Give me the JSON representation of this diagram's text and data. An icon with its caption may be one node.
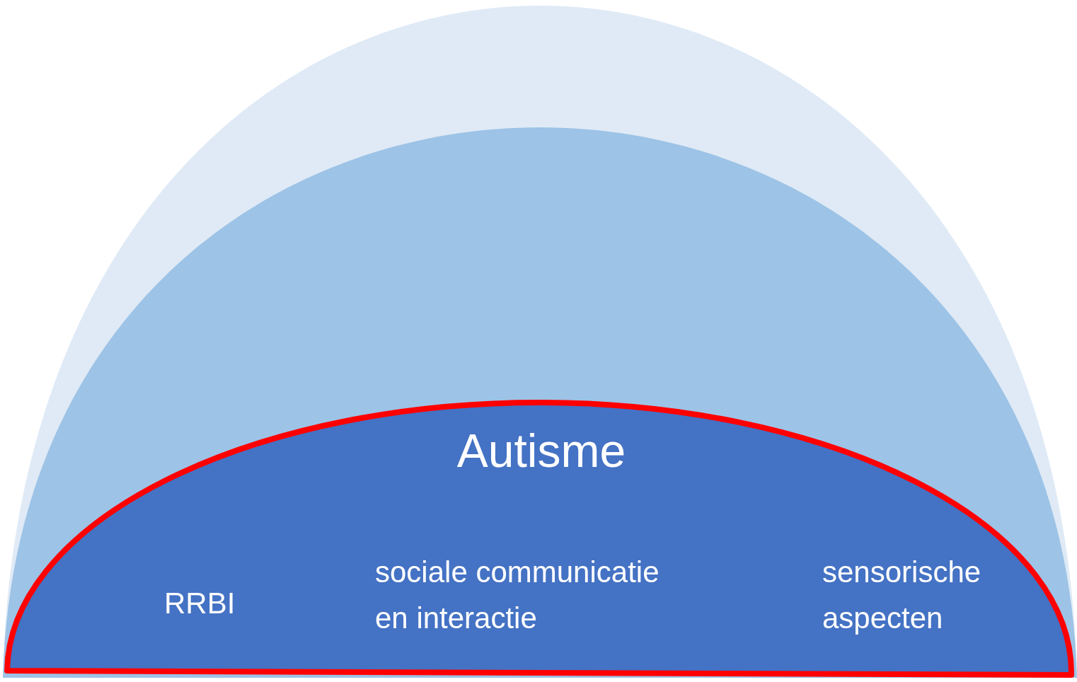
{
  "diagram": {
    "nodes": [
      {
        "text": [],
        "shape": "dome"
      },
      {
        "text": [],
        "shape": "dome",
        "in": 0
      },
      {
        "text": [
          "Autisme",
          "RRBI",
          "sociale communicatie en interactie",
          "sensorische aspecten"
        ],
        "in": 1
      }
    ]
  }
}
